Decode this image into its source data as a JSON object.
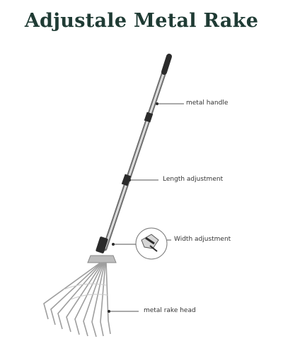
{
  "title": "Adjustale Metal Rake",
  "callouts": {
    "handle": "metal handle",
    "length": "Length adjustment",
    "width": "Width adjustment",
    "head": "metal rake head"
  },
  "colors": {
    "title": "#1f3b34",
    "grip": "#2b2b2b",
    "line": "#555555"
  }
}
